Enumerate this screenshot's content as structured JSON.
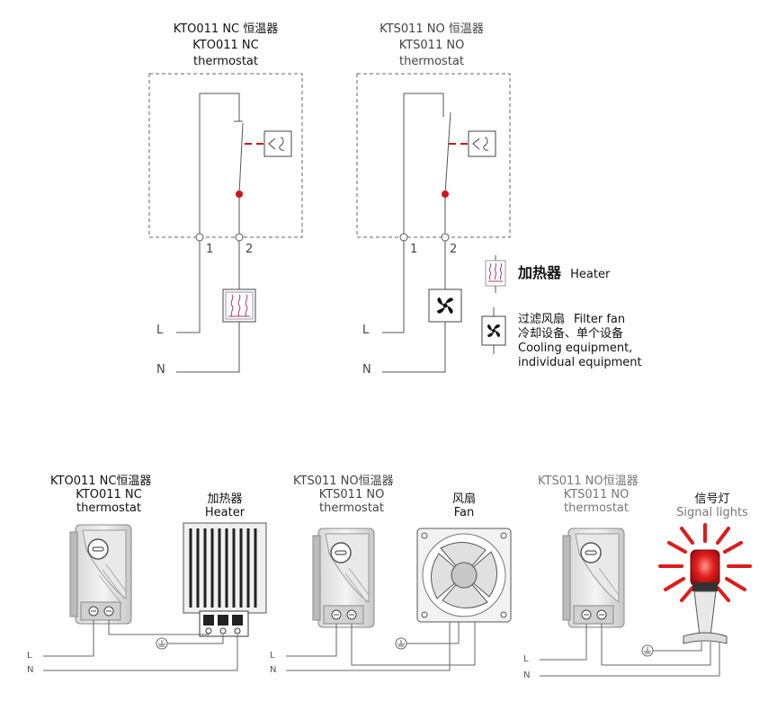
{
  "top_diagrams": {
    "left": {
      "title_line1": "KTO011 NC 恒温器",
      "title_line2": "KTO011 NC",
      "title_line3": "thermostat",
      "terminal_1": "1",
      "terminal_2": "2",
      "line_L": "L",
      "line_N": "N"
    },
    "right": {
      "title_line1": "KTS011  NO 恒温器",
      "title_line2": "KTS011 NO",
      "title_line3": "thermostat",
      "terminal_1": "1",
      "terminal_2": "2",
      "line_L": "L",
      "line_N": "N"
    }
  },
  "legend": {
    "heater_cn": "加热器",
    "heater_en": "Heater",
    "fan_cn": "过滤风扇",
    "fan_en": "Filter fan",
    "fan_line2": "冷却设备、单个设备",
    "fan_line3": "Cooling equipment,",
    "fan_line4": "individual equipment"
  },
  "bottom": {
    "panel1": {
      "title_line1": "KTO011 NC恒温器",
      "title_line2": "KTO011 NC",
      "title_line3": "thermostat",
      "device_cn": "加热器",
      "device_en": "Heater",
      "line_L": "L",
      "line_N": "N"
    },
    "panel2": {
      "title_line1": "KTS011 NO恒温器",
      "title_line2": "KTS011 NO",
      "title_line3": "thermostat",
      "device_cn": "风扇",
      "device_en": "Fan",
      "line_L": "L",
      "line_N": "N"
    },
    "panel3": {
      "title_line1": "KTS011 NO恒温器",
      "title_line2": "KTS011 NO",
      "title_line3": "thermostat",
      "device_cn": "信号灯",
      "device_en": "Signal lights",
      "line_L": "L",
      "line_N": "N"
    }
  },
  "colors": {
    "accent_red": "#d0141c",
    "heater_pink": "#b0347a",
    "line_grey": "#555555",
    "dash_grey": "#666666"
  }
}
